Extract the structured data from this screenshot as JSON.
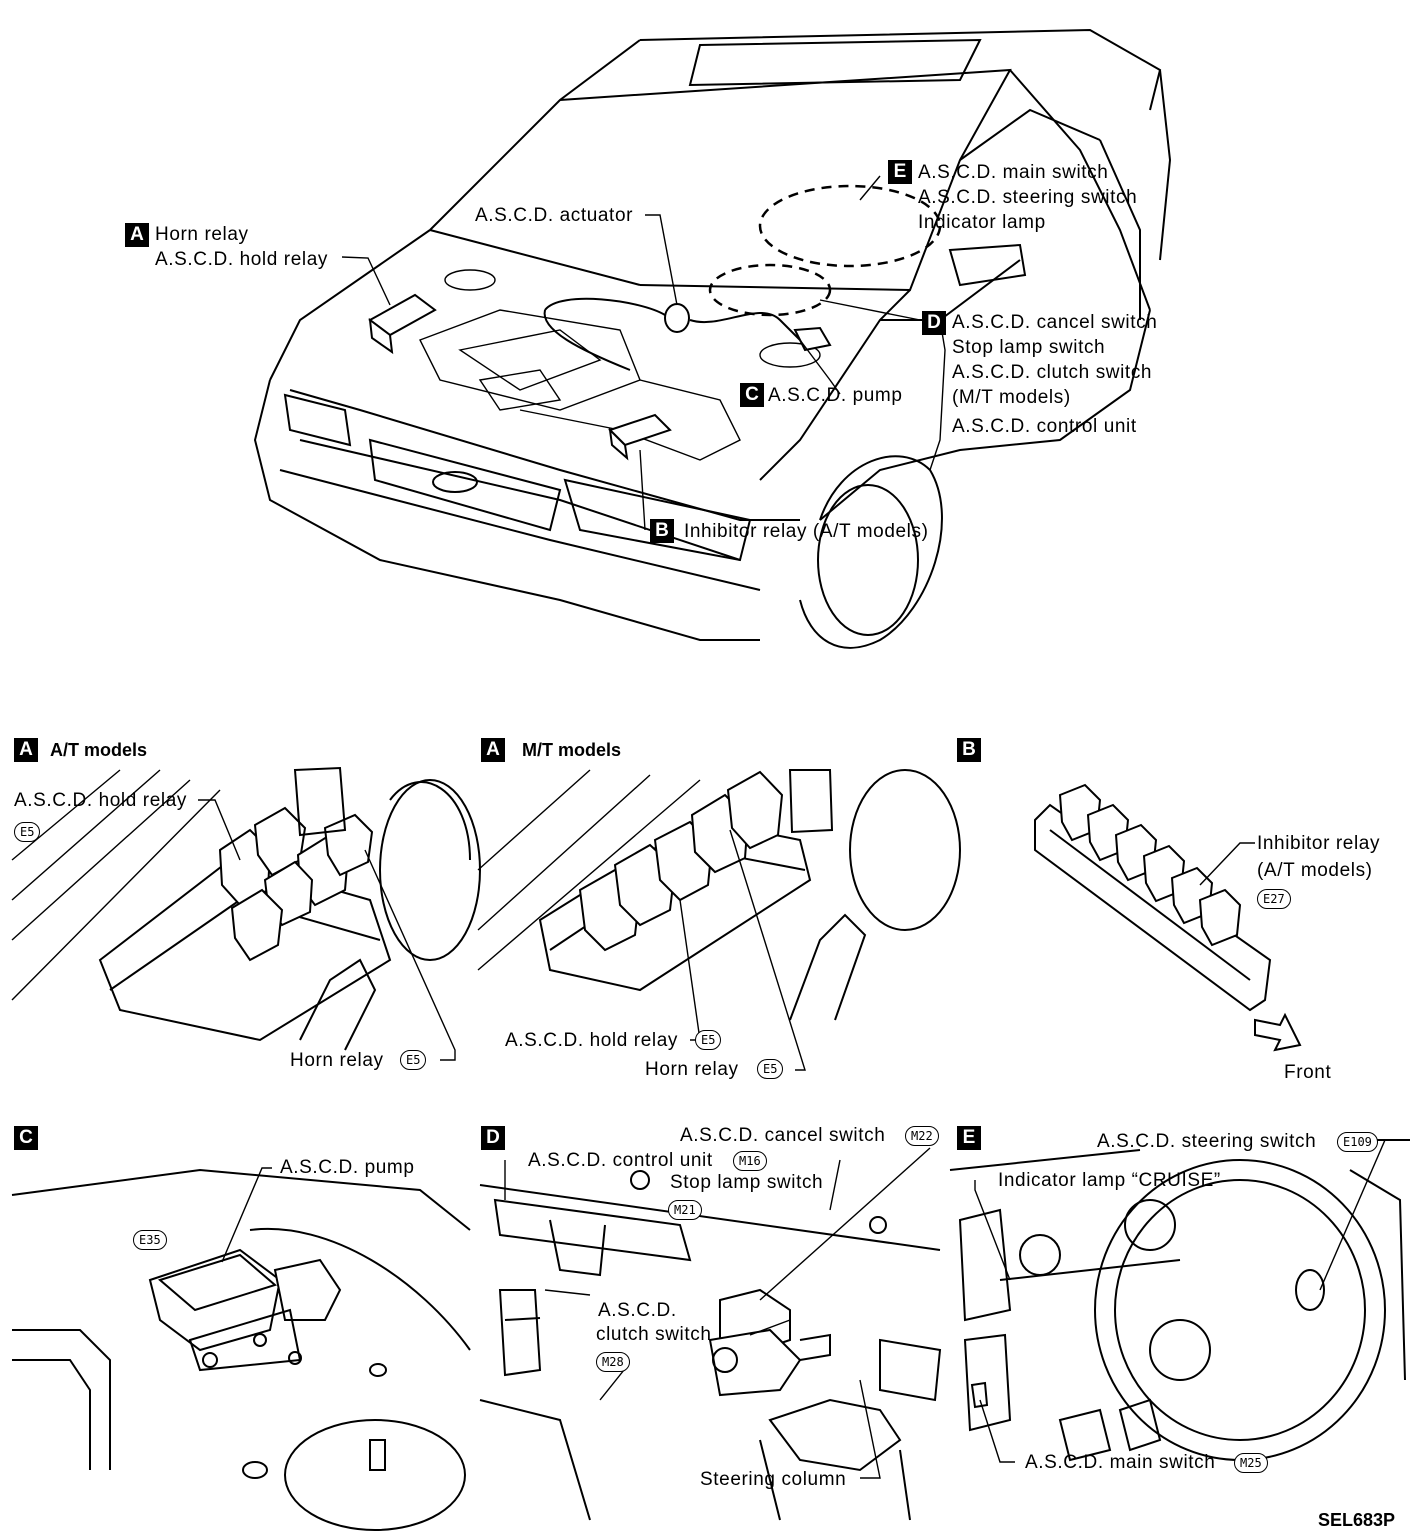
{
  "overview": {
    "markers": [
      "A",
      "B",
      "C",
      "D",
      "E"
    ],
    "label_A": [
      "Horn relay",
      "A.S.C.D. hold relay"
    ],
    "label_actuator": "A.S.C.D. actuator",
    "label_E": [
      "A.S.C.D. main switch",
      "A.S.C.D. steering switch",
      "Indicator lamp"
    ],
    "label_D": [
      "A.S.C.D. cancel switch",
      "Stop lamp switch",
      "A.S.C.D. clutch switch",
      "(M/T models)",
      "A.S.C.D. control unit"
    ],
    "label_C": "A.S.C.D. pump",
    "label_B": "Inhibitor relay (A/T models)"
  },
  "panel_A_at": {
    "marker": "A",
    "title": "A/T models",
    "hold_relay": "A.S.C.D. hold relay",
    "hold_relay_code": "E5",
    "horn_relay": "Horn relay",
    "horn_relay_code": "E5"
  },
  "panel_A_mt": {
    "marker": "A",
    "title": "M/T models",
    "hold_relay": "A.S.C.D. hold relay",
    "hold_relay_code": "E5",
    "horn_relay": "Horn relay",
    "horn_relay_code": "E5"
  },
  "panel_B": {
    "marker": "B",
    "inhibitor_relay": [
      "Inhibitor relay",
      "(A/T models)"
    ],
    "inhibitor_code": "E27",
    "front": "Front"
  },
  "panel_C": {
    "marker": "C",
    "pump": "A.S.C.D. pump",
    "pump_code": "E35"
  },
  "panel_D": {
    "marker": "D",
    "cancel_switch": "A.S.C.D. cancel switch",
    "cancel_code": "M22",
    "control_unit": "A.S.C.D. control unit",
    "control_code": "M16",
    "stop_lamp": "Stop lamp switch",
    "stop_code": "M21",
    "clutch_switch": [
      "A.S.C.D.",
      "clutch switch"
    ],
    "clutch_code": "M28",
    "steering_column": "Steering column"
  },
  "panel_E": {
    "marker": "E",
    "steering_switch": "A.S.C.D. steering switch",
    "steering_code": "E109",
    "indicator": "Indicator lamp “CRUISE”",
    "main_switch": "A.S.C.D. main switch",
    "main_code": "M25"
  },
  "figure_ref": "SEL683P"
}
